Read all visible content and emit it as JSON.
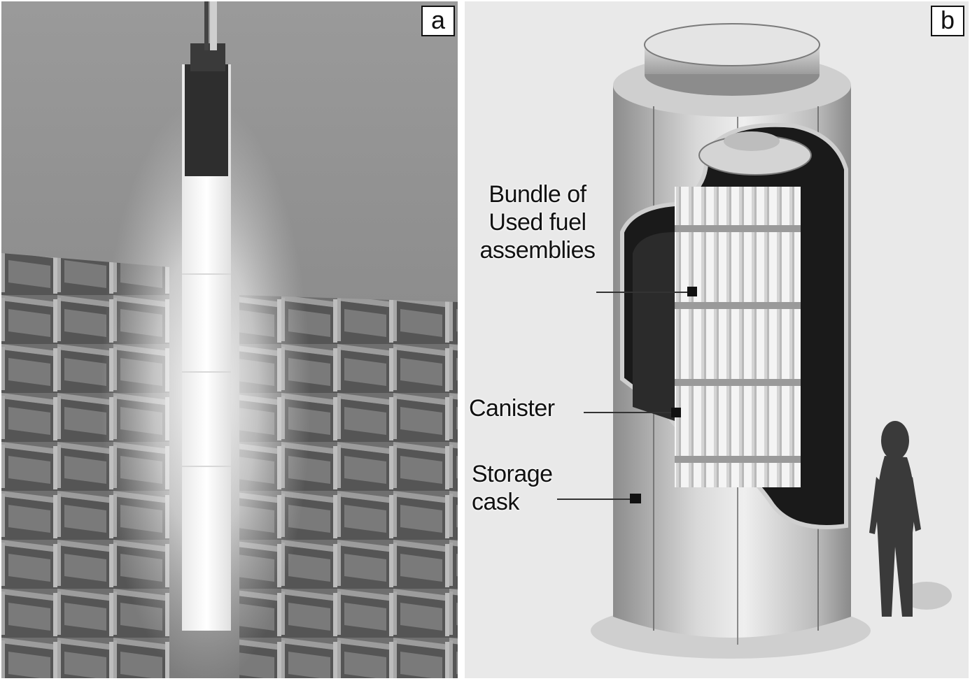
{
  "panels": {
    "a": {
      "letter": "a"
    },
    "b": {
      "letter": "b",
      "labels": {
        "bundle": "Bundle of Used fuel assemblies",
        "canister": "Canister",
        "cask": "Storage cask"
      }
    }
  },
  "colors": {
    "photo_background": "#8f8f8f",
    "glow": "#ffffff",
    "diagram_background": "#e9e9e9",
    "cask_gray": "#b5b5b5",
    "interior_dark": "#141414",
    "fuel_rods": "#f2f2f2",
    "silhouette": "#3a3a3a"
  },
  "icons": [
    "glowing-fuel-rod-icon",
    "fuel-rack-icon",
    "storage-cask-icon",
    "person-silhouette-icon"
  ]
}
